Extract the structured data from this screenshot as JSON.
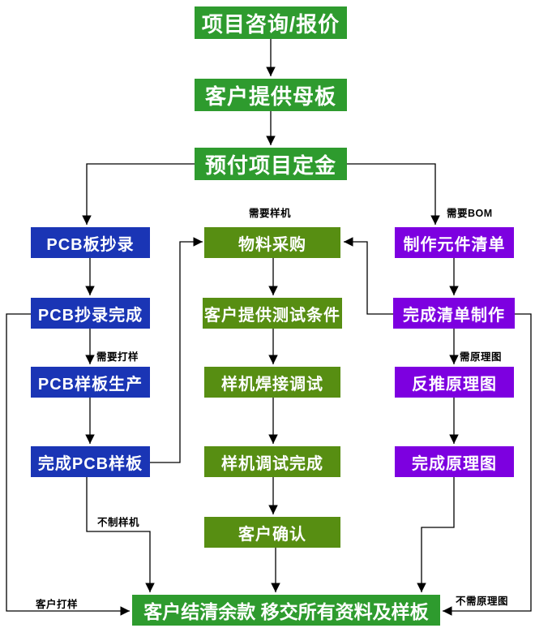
{
  "nodes": {
    "consult": "项目咨询/报价",
    "provide_motherboard": "客户提供母板",
    "deposit": "预付项目定金",
    "pcb_copy": "PCB板抄录",
    "pcb_copy_done": "PCB抄录完成",
    "pcb_sample_production": "PCB样板生产",
    "pcb_sample_done": "完成PCB样板",
    "material_purchase": "物料采购",
    "test_conditions": "客户提供测试条件",
    "prototype_solder_debug": "样机焊接调试",
    "prototype_debug_done": "样机调试完成",
    "customer_confirm": "客户确认",
    "bom_create": "制作元件清单",
    "bom_done": "完成清单制作",
    "schematic_reverse": "反推原理图",
    "schematic_done": "完成原理图",
    "final_settlement": "客户结清余款 移交所有资料及样板"
  },
  "edge_labels": {
    "need_prototype": "需要样机",
    "need_bom": "需要BOM",
    "need_sampling": "需要打样",
    "need_schematic": "需原理图",
    "no_prototype": "不制样机",
    "customer_sampling": "客户打样",
    "no_schematic": "不需原理图"
  },
  "colors": {
    "green": "#2e9b2e",
    "blue": "#1a35b5",
    "olive": "#578e12",
    "purple": "#7d00e0",
    "box_text": "#ffffff",
    "label_text": "#000000",
    "connector": "#000000",
    "background": "#ffffff"
  }
}
